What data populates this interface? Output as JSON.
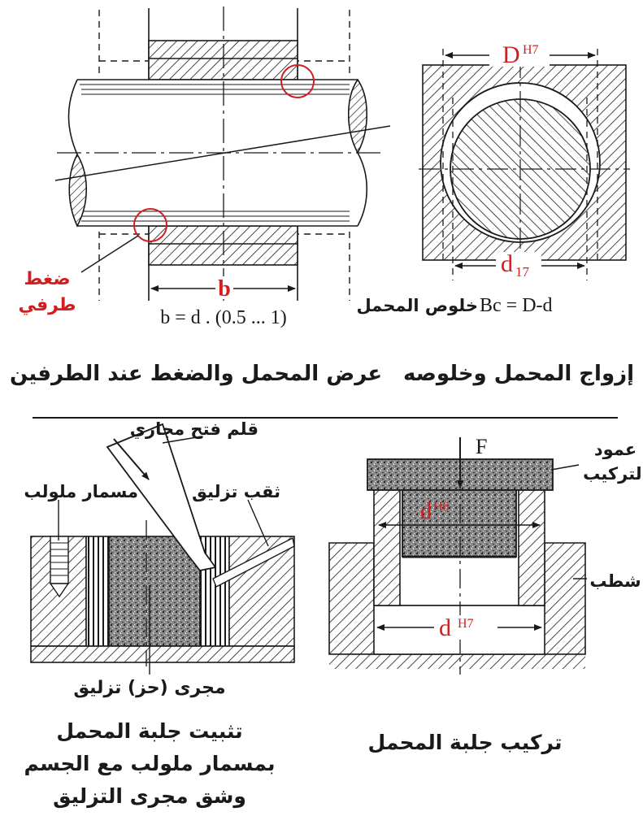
{
  "colors": {
    "ink": "#1a1a1a",
    "accent": "#d21e1e",
    "speckle": "#9a9a9a"
  },
  "top": {
    "shaft_figure": {
      "b_label": "b",
      "formula": "b = d . (0.5 ... 1)",
      "edge_pressure_line1": "ضغط",
      "edge_pressure_line2": "طرفي"
    },
    "clearance_figure": {
      "D_main": "D",
      "D_sup": "H7",
      "d_main": "d",
      "d_sub": "17",
      "formula_ar": "خلوص المحمل",
      "formula_eq": "Bc = D-d"
    },
    "caption_left": "عرض المحمل والضغط عند الطرفين",
    "caption_right": "إزواج المحمل وخلوصه"
  },
  "bottom": {
    "left_figure": {
      "groove_tool": "قلم فتح مجاري",
      "screw": "مسمار ملولب",
      "oil_hole": "ثقب تزليق",
      "groove_label": "مجرى (حز) تزليق",
      "caption": [
        "تثبيت جلبة المحمل",
        "بمسمار ملولب مع الجسم",
        "وشق مجرى التزليق"
      ]
    },
    "right_figure": {
      "F": "F",
      "ram_line1": "عمود",
      "ram_line2": "التركيب",
      "dH6_main": "d",
      "dH6_sup": "H6",
      "housing": "شطب",
      "dH7_main": "d",
      "dH7_sup": "H7",
      "caption": "تركيب جلبة المحمل"
    }
  }
}
